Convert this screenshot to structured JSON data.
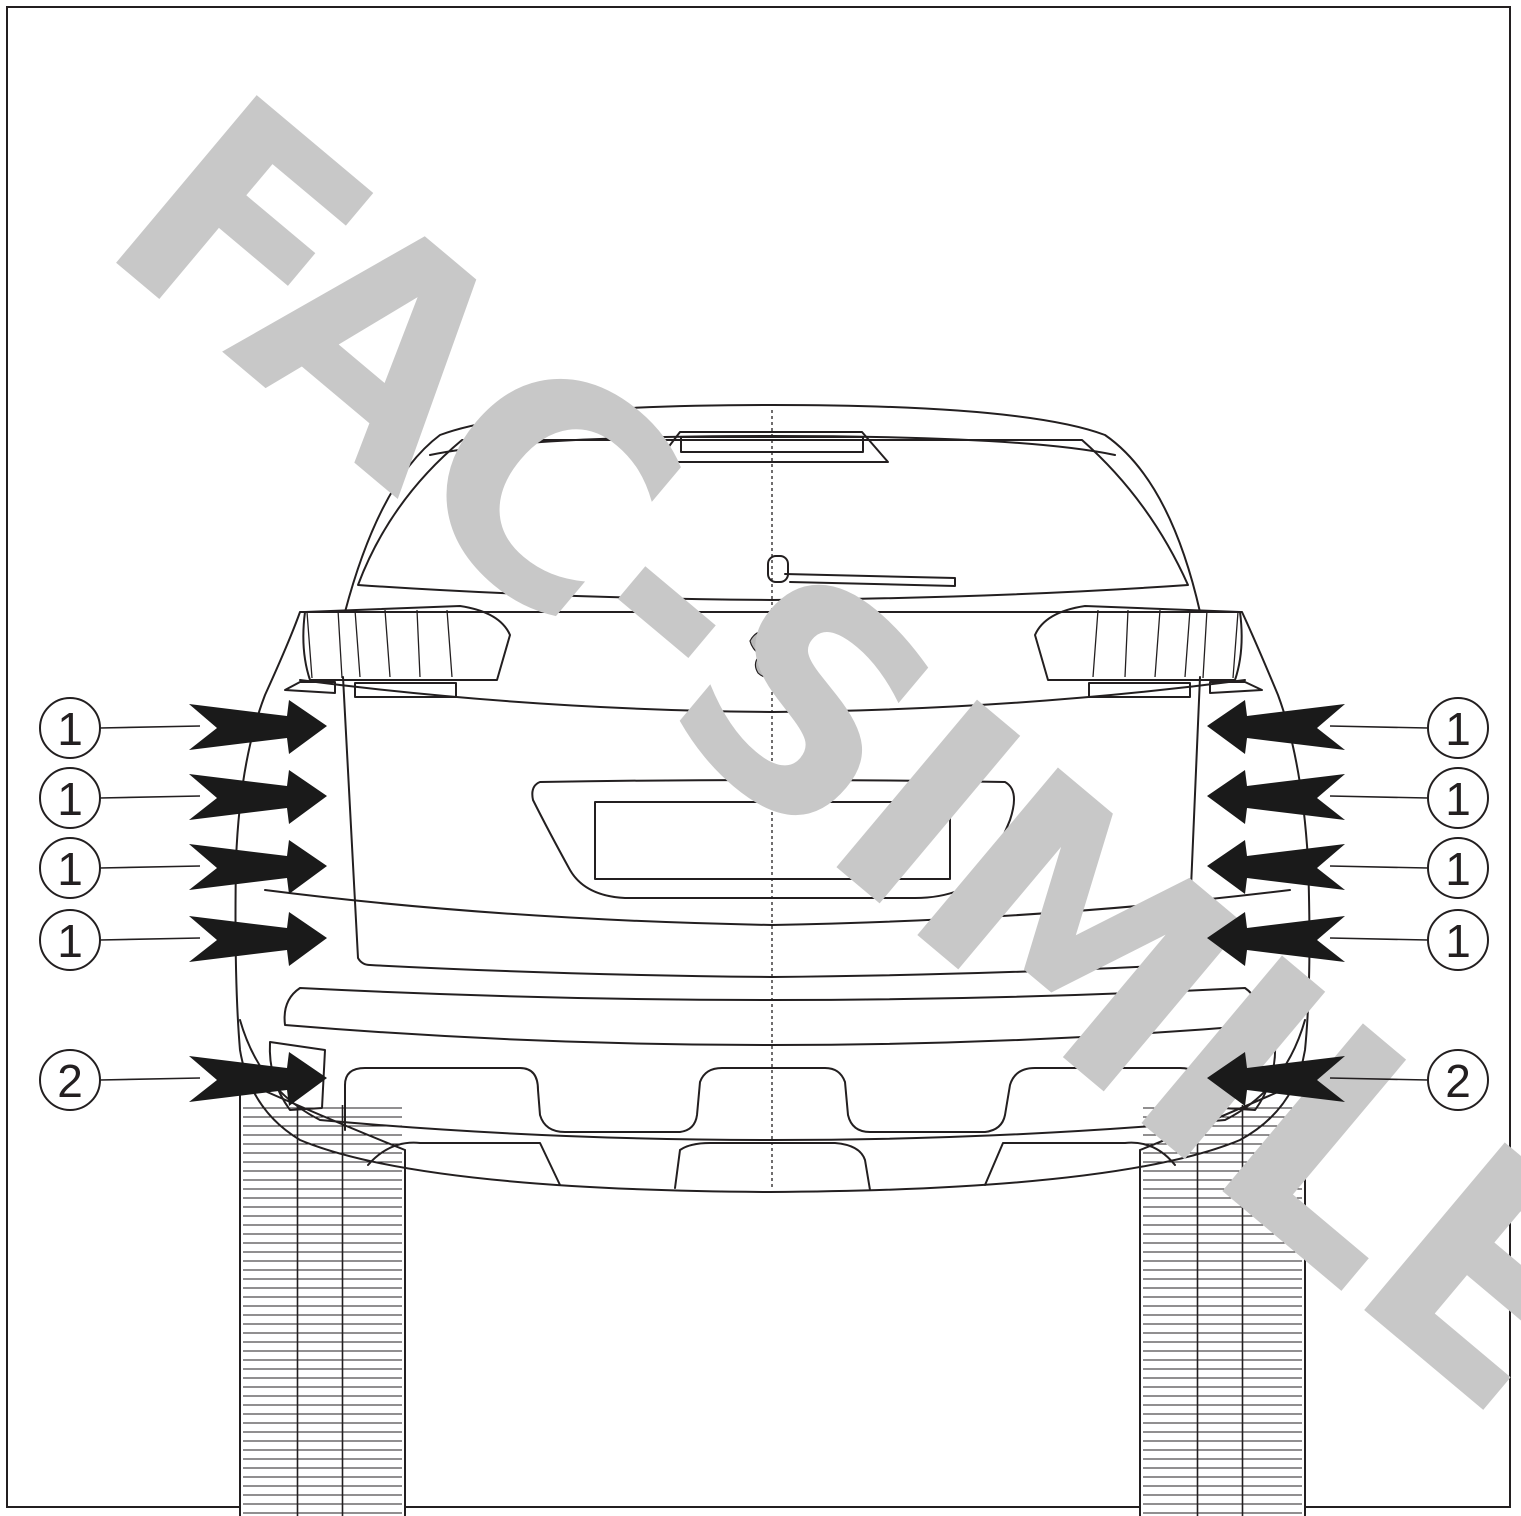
{
  "watermark": "FAC-SIMILE",
  "callouts": {
    "left": [
      "1",
      "1",
      "1",
      "1",
      "2"
    ],
    "right": [
      "1",
      "1",
      "1",
      "1",
      "2"
    ]
  },
  "colors": {
    "line": "#231f20",
    "watermark": "#c8c8c8",
    "arrow": "#1a1a1a"
  },
  "icons": [
    "peugeot-lion-logo-icon",
    "rear-wiper-icon",
    "callout-arrow-icon"
  ]
}
